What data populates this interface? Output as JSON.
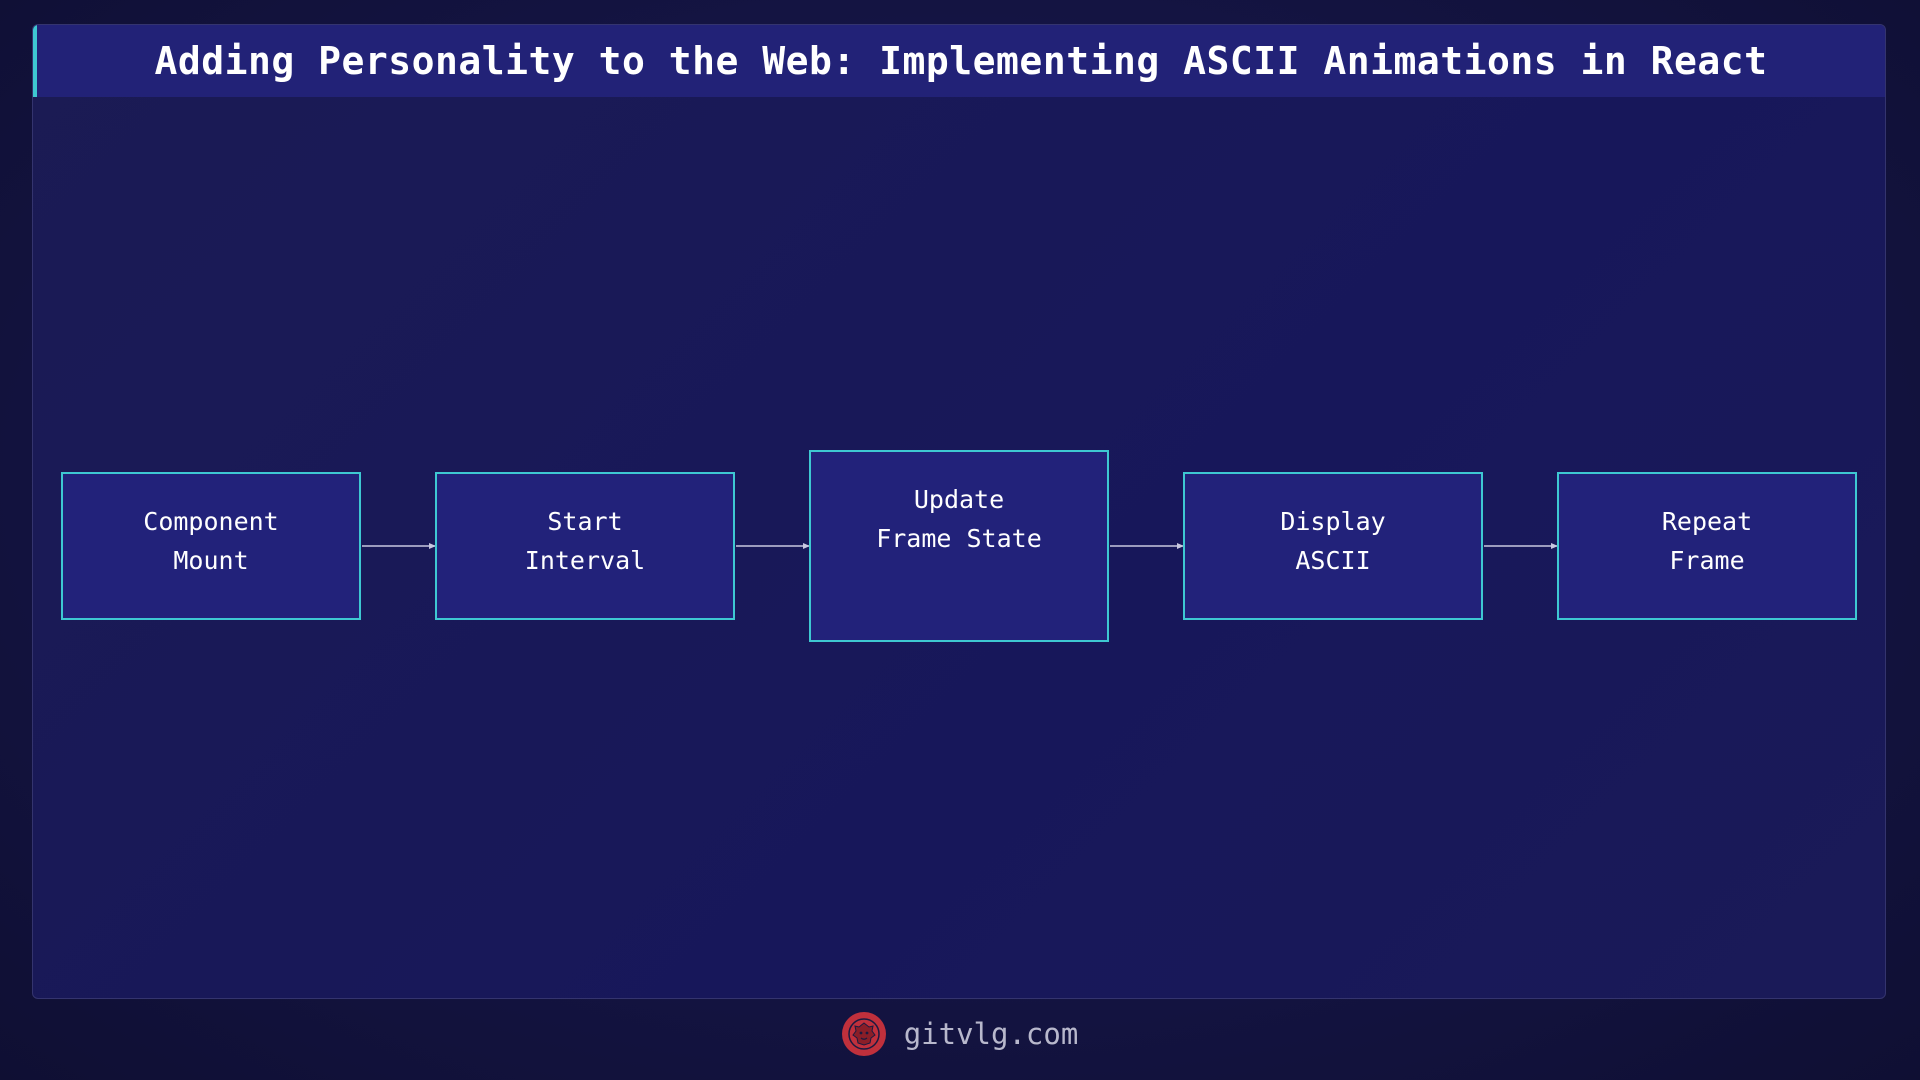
{
  "header": {
    "title": "Adding Personality to the Web: Implementing ASCII Animations in React"
  },
  "diagram": {
    "type": "flowchart",
    "direction": "left-to-right",
    "nodes": [
      {
        "id": "component-mount",
        "label": "Component\nMount"
      },
      {
        "id": "start-interval",
        "label": "Start\nInterval"
      },
      {
        "id": "update-frame-state",
        "label": "Update\nFrame State"
      },
      {
        "id": "display-ascii",
        "label": "Display\nASCII"
      },
      {
        "id": "repeat-frame",
        "label": "Repeat\nFrame"
      }
    ],
    "edges": [
      {
        "from": "component-mount",
        "to": "start-interval"
      },
      {
        "from": "start-interval",
        "to": "update-frame-state"
      },
      {
        "from": "update-frame-state",
        "to": "display-ascii"
      },
      {
        "from": "display-ascii",
        "to": "repeat-frame"
      }
    ]
  },
  "footer": {
    "site": "gitvlg.com",
    "logo_icon": "lion-head-icon"
  },
  "colors": {
    "background": "#141443",
    "title_bar": "#222277",
    "accent": "#3ec8d2",
    "node_fill": "#22227a",
    "arrow": "#c8c8e0",
    "logo": "#c0303c"
  }
}
